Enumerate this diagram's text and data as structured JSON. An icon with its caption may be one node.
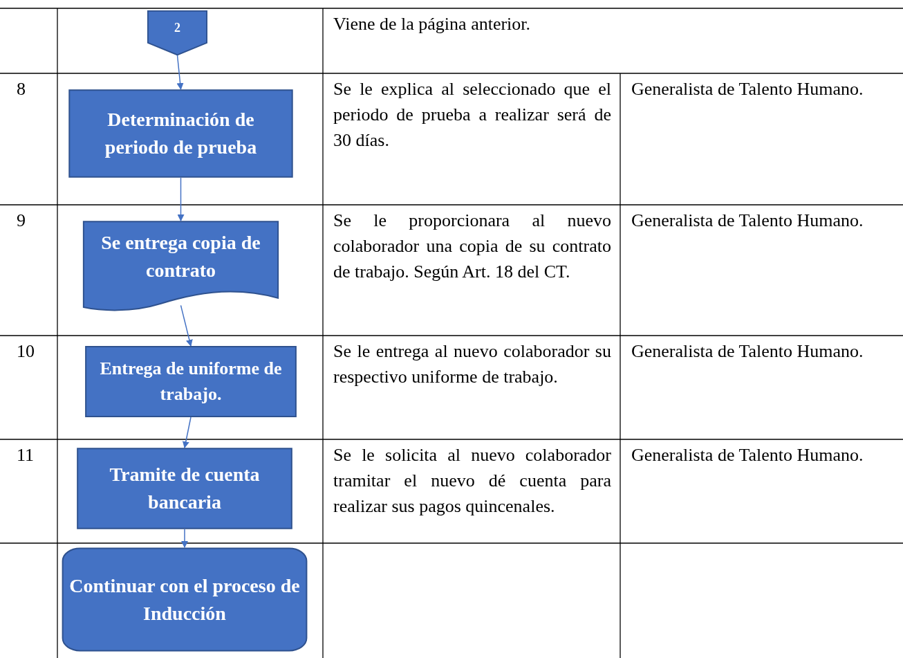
{
  "diagram": {
    "nodes": [
      {
        "text": [
          "2"
        ]
      },
      {
        "text": [
          "Determinación de periodo de prueba"
        ]
      },
      {
        "text": [
          "Se entrega copia de contrato"
        ]
      },
      {
        "text": [
          "Entrega de uniforme de trabajo."
        ]
      },
      {
        "text": [
          "Tramite de cuenta bancaria"
        ]
      },
      {
        "text": [
          "Continuar con el proceso de Inducción"
        ]
      }
    ],
    "edges": [
      {
        "from": 0,
        "to": 1,
        "arrow": "to"
      },
      {
        "from": 1,
        "to": 2,
        "arrow": "to"
      },
      {
        "from": 2,
        "to": 3,
        "arrow": "to"
      },
      {
        "from": 3,
        "to": 4,
        "arrow": "to"
      },
      {
        "from": 4,
        "to": 5,
        "arrow": "to"
      }
    ],
    "labels": [
      "Viene de la página anterior.",
      "8",
      "Se le explica al seleccionado que el periodo de prueba a realizar será de 30 días.",
      "Generalista de Talento Humano.",
      "9",
      "Se le proporcionara al nuevo colaborador una copia de su contrato de trabajo. Según Art. 18 del CT.",
      "Generalista de Talento Humano.",
      "10",
      "Se le entrega al nuevo colaborador su respectivo uniforme de trabajo.",
      "Generalista de Talento Humano.",
      "11",
      "Se le solicita al nuevo colaborador tramitar el nuevo dé cuenta para realizar sus pagos quincenales.",
      "Generalista de Talento Humano."
    ]
  }
}
